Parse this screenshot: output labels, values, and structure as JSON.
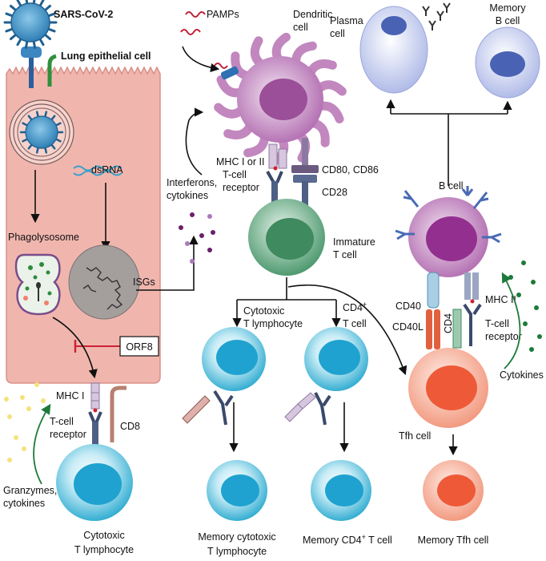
{
  "labels": {
    "sars": "SARS-CoV-2",
    "lung": "Lung epithelial cell",
    "dsrna": "dsRNA",
    "phagolysosome": "Phagolysosome",
    "isgs": "ISGs",
    "orf8": "ORF8",
    "mhc1_left": "MHC I",
    "tcr_left_1": "T-cell",
    "tcr_left_2": "receptor",
    "cd8": "CD8",
    "granz_1": "Granzymes,",
    "granz_2": "cytokines",
    "ctl_bottom_1": "Cytotoxic",
    "ctl_bottom_2": "T lymphocyte",
    "pamps": "PAMPs",
    "dc_1": "Dendritic",
    "dc_2": "cell",
    "ifn_1": "Interferons,",
    "ifn_2": "cytokines",
    "mhc12": "MHC I or II",
    "tcr_mid_1": "T-cell",
    "tcr_mid_2": "receptor",
    "cd80": "CD80, CD86",
    "cd28": "CD28",
    "immature_1": "Immature",
    "immature_2": "T cell",
    "ctl_mid_1": "Cytotoxic",
    "ctl_mid_2": "T lymphocyte",
    "cd4_cell_1": "CD4",
    "cd4_cell_sup": "+",
    "cd4_cell_2": "T cell",
    "mem_ctl_1": "Memory cytotoxic",
    "mem_ctl_2": "T lymphocyte",
    "mem_cd4_a": "Memory CD4",
    "mem_cd4_sup": "+",
    "mem_cd4_b": " T cell",
    "plasma_1": "Plasma",
    "plasma_2": "cell",
    "memb_1": "Memory",
    "memb_2": "B cell",
    "bcell": "B cell",
    "cd40": "CD40",
    "cd40l": "CD40L",
    "cd4_mol": "CD4",
    "mhc2": "MHC II",
    "tcr_right_1": "T-cell",
    "tcr_right_2": "receptor",
    "cytokines_right": "Cytokines",
    "tfh": "Tfh cell",
    "mem_tfh": "Memory Tfh cell"
  },
  "colors": {
    "epithelial": "#f0b7b0",
    "epithelial_edge": "#d9928a",
    "virus": "#3a8ac0",
    "dendritic": "#b779b3",
    "tcell_cyan": "#29a8cc",
    "immature_green": "#5aa078",
    "bcell_purple": "#9a4fa0",
    "tfh_orange": "#f0866a",
    "plasma_blue": "#7d8fd0",
    "orf8_red": "#cc2233"
  }
}
